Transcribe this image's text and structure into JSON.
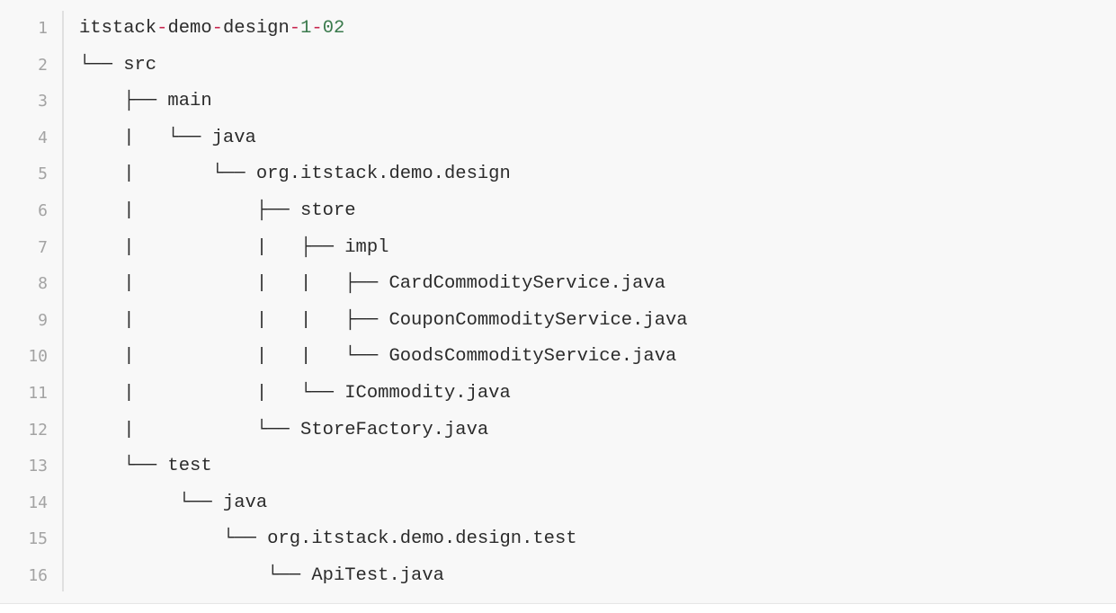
{
  "code": {
    "line_numbers": [
      "1",
      "2",
      "3",
      "4",
      "5",
      "6",
      "7",
      "8",
      "9",
      "10",
      "11",
      "12",
      "13",
      "14",
      "15",
      "16"
    ],
    "first_line_tokens": [
      {
        "text": "itstack",
        "kind": "plain"
      },
      {
        "text": "-",
        "kind": "op"
      },
      {
        "text": "demo",
        "kind": "plain"
      },
      {
        "text": "-",
        "kind": "op"
      },
      {
        "text": "design",
        "kind": "plain"
      },
      {
        "text": "-",
        "kind": "op"
      },
      {
        "text": "1",
        "kind": "num"
      },
      {
        "text": "-",
        "kind": "op"
      },
      {
        "text": "02",
        "kind": "num"
      }
    ],
    "lines": [
      "└── src",
      "    ├── main",
      "    |   └── java",
      "    |       └── org.itstack.demo.design",
      "    |           ├── store",
      "    |           |   ├── impl",
      "    |           |   |   ├── CardCommodityService.java",
      "    |           |   |   ├── CouponCommodityService.java",
      "    |           |   |   └── GoodsCommodityService.java",
      "    |           |   └── ICommodity.java",
      "    |           └── StoreFactory.java",
      "    └── test",
      "         └── java",
      "             └── org.itstack.demo.design.test",
      "                 └── ApiTest.java"
    ]
  }
}
